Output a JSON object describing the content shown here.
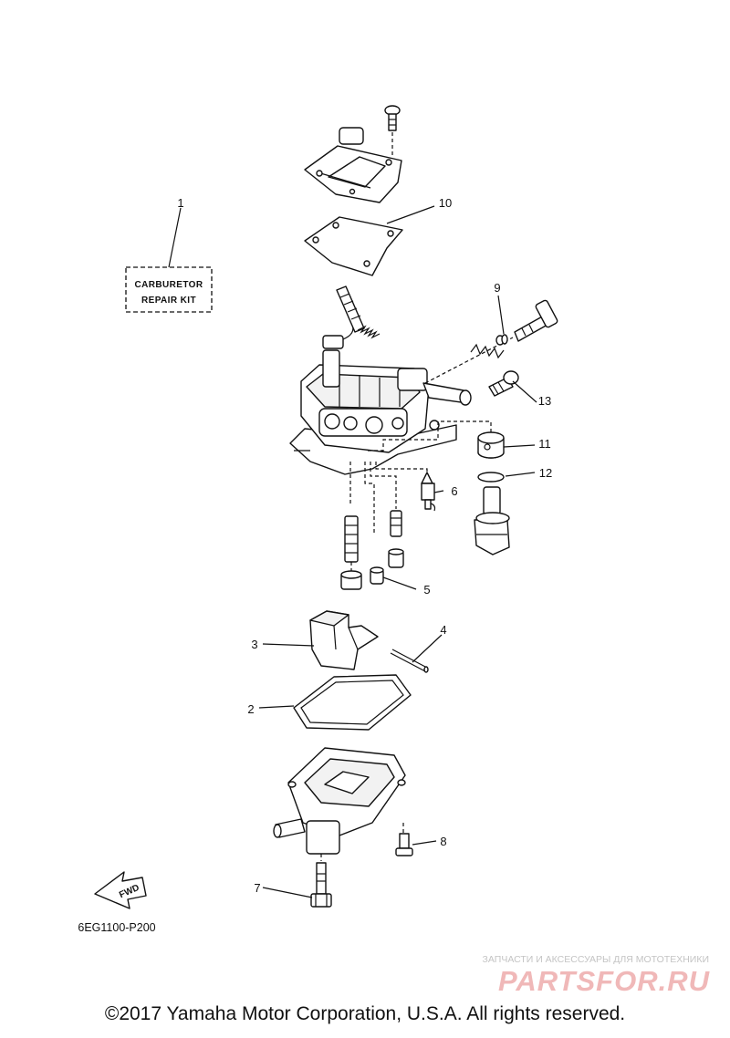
{
  "callouts": [
    {
      "id": "1",
      "text": "1"
    },
    {
      "id": "2",
      "text": "2"
    },
    {
      "id": "3",
      "text": "3"
    },
    {
      "id": "4",
      "text": "4"
    },
    {
      "id": "5",
      "text": "5"
    },
    {
      "id": "6",
      "text": "6"
    },
    {
      "id": "7",
      "text": "7"
    },
    {
      "id": "8",
      "text": "8"
    },
    {
      "id": "9",
      "text": "9"
    },
    {
      "id": "10",
      "text": "10"
    },
    {
      "id": "11",
      "text": "11"
    },
    {
      "id": "12",
      "text": "12"
    },
    {
      "id": "13",
      "text": "13"
    }
  ],
  "repair_kit": {
    "line1": "CARBURETOR",
    "line2": "REPAIR KIT"
  },
  "fwd_label": "FWD",
  "diagram_code": "6EG1100-P200",
  "watermark": {
    "tagline": "ЗАПЧАСТИ И АКСЕССУАРЫ ДЛЯ МОТОТЕХНИКИ",
    "brand": "PARTSFOR.RU"
  },
  "copyright": "©2017 Yamaha Motor Corporation, U.S.A. All rights reserved."
}
